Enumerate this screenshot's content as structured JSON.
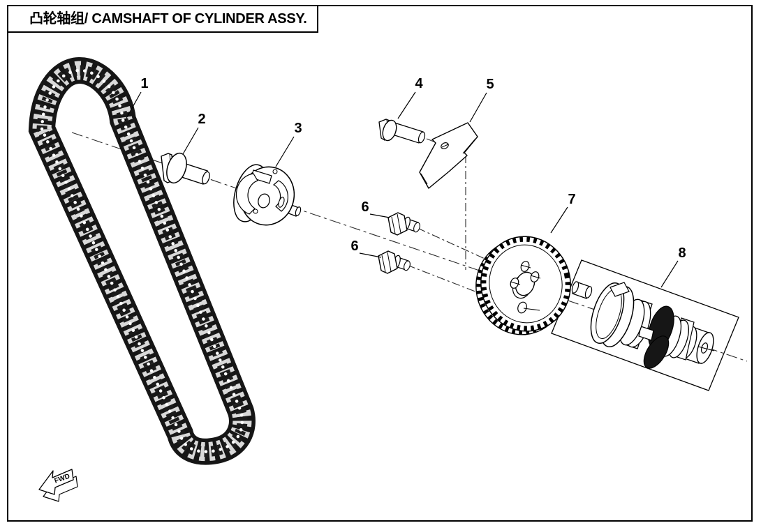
{
  "page": {
    "title": "凸轮轴组/ CAMSHAFT OF CYLINDER ASSY.",
    "background_color": "#ffffff",
    "line_color": "#000000",
    "chain_color": "#161616"
  },
  "direction_marker": {
    "label": "FWD"
  },
  "callouts": [
    {
      "label": "1",
      "part": "timing-chain"
    },
    {
      "label": "2",
      "part": "pin-spindle"
    },
    {
      "label": "3",
      "part": "decompression-cam-assembly"
    },
    {
      "label": "4",
      "part": "flange-bolt"
    },
    {
      "label": "5",
      "part": "stopper-plate"
    },
    {
      "label": "6",
      "part": "pilot-bolt-upper"
    },
    {
      "label": "6",
      "part": "pilot-bolt-lower"
    },
    {
      "label": "7",
      "part": "camshaft-sprocket"
    },
    {
      "label": "8",
      "part": "camshaft"
    }
  ]
}
